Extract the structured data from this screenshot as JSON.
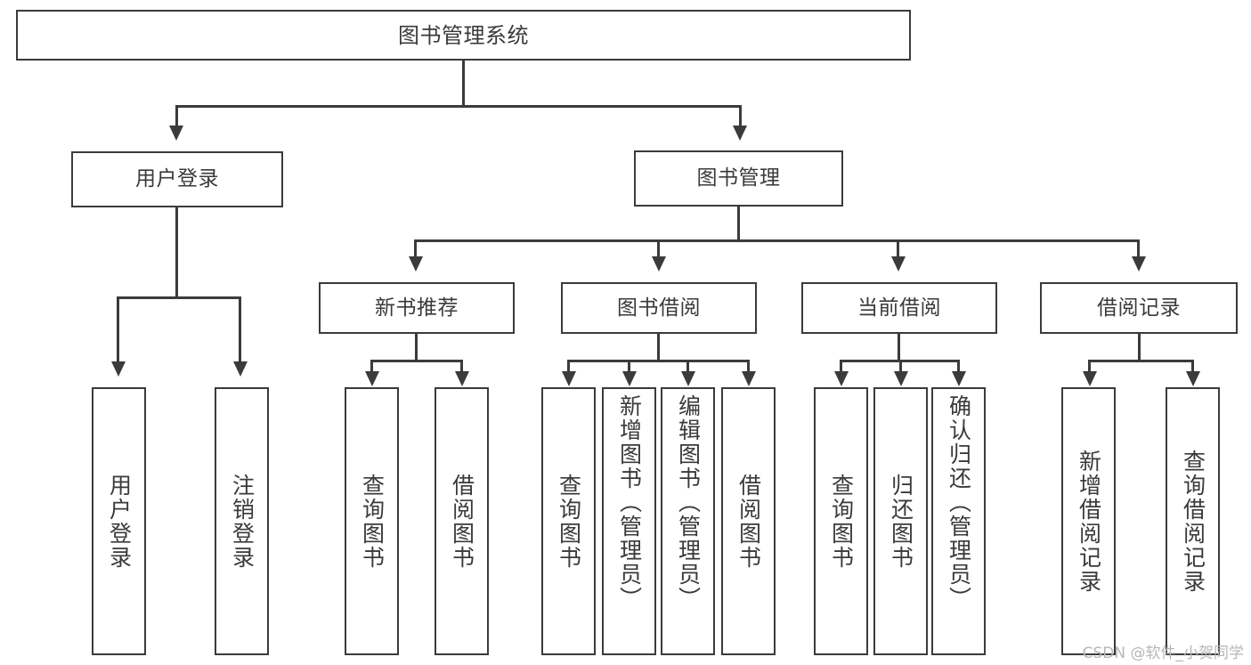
{
  "diagram": {
    "type": "tree-hierarchy",
    "title": "图书管理系统",
    "watermark": "CSDN @软件_小贺同学",
    "colors": {
      "border": "#3b3b3b",
      "text": "#3a3a3a",
      "background": "#ffffff",
      "watermark": "#b6b6b6"
    },
    "nodes": {
      "root": {
        "label": "图书管理系统"
      },
      "level1": [
        {
          "id": "user-login",
          "label": "用户登录"
        },
        {
          "id": "book-manage",
          "label": "图书管理"
        }
      ],
      "level2": [
        {
          "id": "new-book-recommend",
          "label": "新书推荐"
        },
        {
          "id": "book-borrow",
          "label": "图书借阅"
        },
        {
          "id": "current-borrow",
          "label": "当前借阅"
        },
        {
          "id": "borrow-record",
          "label": "借阅记录"
        }
      ],
      "leaves": {
        "user_login": [
          {
            "id": "leaf-user-login",
            "label": "用户登录"
          },
          {
            "id": "leaf-logout",
            "label": "注销登录"
          }
        ],
        "new_book_recommend": [
          {
            "id": "leaf-query-book-1",
            "label": "查询图书"
          },
          {
            "id": "leaf-borrow-book-1",
            "label": "借阅图书"
          }
        ],
        "book_borrow": [
          {
            "id": "leaf-query-book-2",
            "label": "查询图书"
          },
          {
            "id": "leaf-add-book",
            "label": "新增图书（管理员）"
          },
          {
            "id": "leaf-edit-book",
            "label": "编辑图书（管理员）"
          },
          {
            "id": "leaf-borrow-book-2",
            "label": "借阅图书"
          }
        ],
        "current_borrow": [
          {
            "id": "leaf-query-book-3",
            "label": "查询图书"
          },
          {
            "id": "leaf-return-book",
            "label": "归还图书"
          },
          {
            "id": "leaf-confirm-return",
            "label": "确认归还（管理员）"
          }
        ],
        "borrow_record": [
          {
            "id": "leaf-add-record",
            "label": "新增借阅记录"
          },
          {
            "id": "leaf-query-record",
            "label": "查询借阅记录"
          }
        ]
      }
    }
  }
}
